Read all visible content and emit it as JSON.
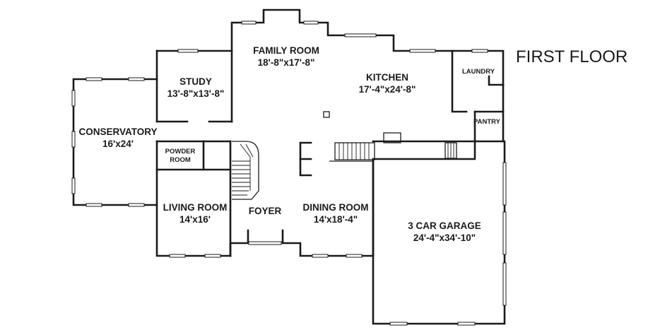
{
  "title": "FIRST FLOOR",
  "rooms": {
    "family_room": {
      "name": "FAMILY ROOM",
      "size": "18'-8\"x17'-8\""
    },
    "kitchen": {
      "name": "KITCHEN",
      "size": "17'-4\"x24'-8\""
    },
    "laundry": {
      "name": "LAUNDRY"
    },
    "pantry": {
      "name": "PANTRY"
    },
    "study": {
      "name": "STUDY",
      "size": "13'-8\"x13'-8\""
    },
    "conservatory": {
      "name": "CONSERVATORY",
      "size": "16'x24'"
    },
    "powder_room": {
      "name_line1": "POWDER",
      "name_line2": "ROOM"
    },
    "living_room": {
      "name": "LIVING ROOM",
      "size": "14'x16'"
    },
    "foyer": {
      "name": "FOYER"
    },
    "dining_room": {
      "name": "DINING ROOM",
      "size": "14'x18'-4\""
    },
    "garage": {
      "name": "3 CAR GARAGE",
      "size": "24'-4\"x34'-10\""
    }
  }
}
